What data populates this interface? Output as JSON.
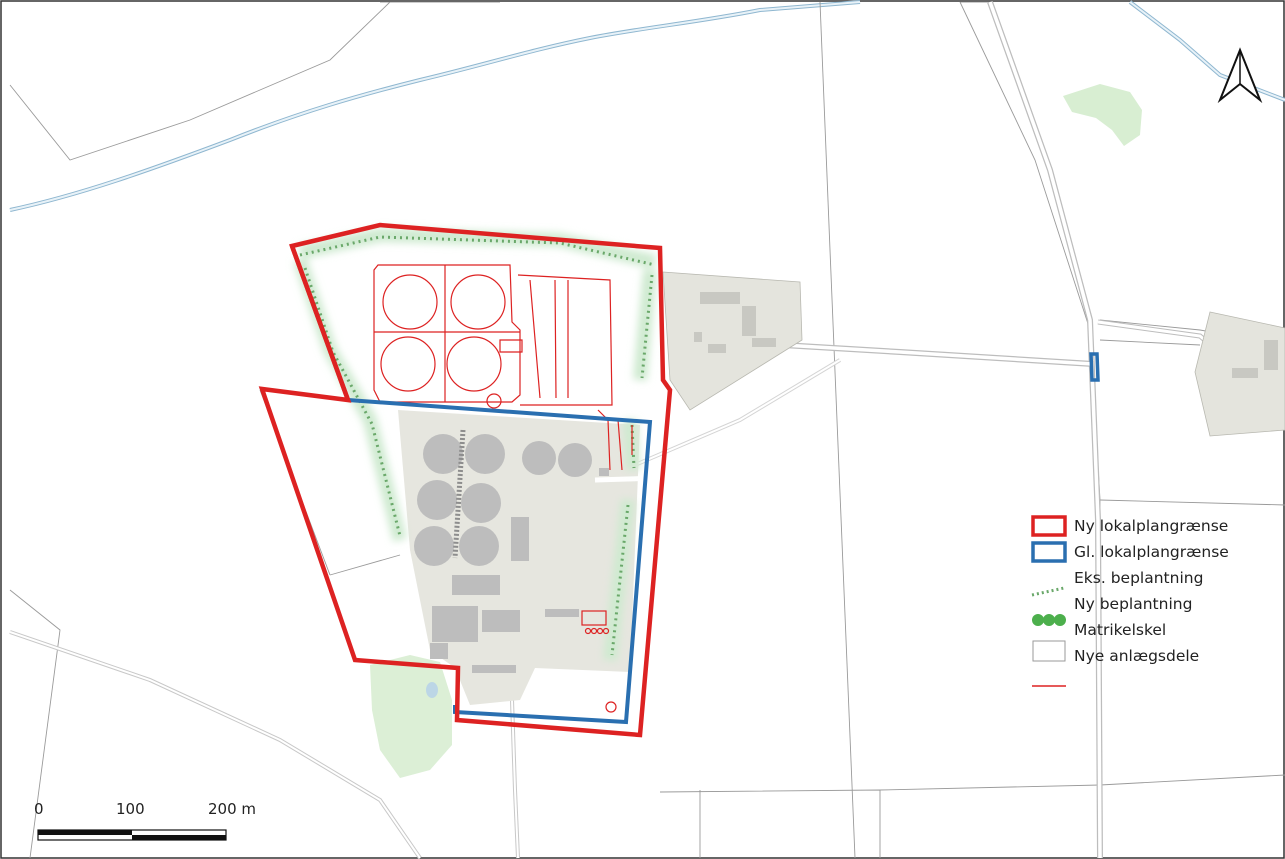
{
  "legend": {
    "items": [
      {
        "label": "Ny lokalplangrænse",
        "kind": "new-boundary",
        "color": "#dd2222"
      },
      {
        "label": "Gl. lokalplangrænse",
        "kind": "old-boundary",
        "color": "#2a6fb0"
      },
      {
        "label": "Eks. beplantning",
        "kind": "existing-planting",
        "color": "#6aa86a"
      },
      {
        "label": "Ny beplantning",
        "kind": "new-planting",
        "color": "#4caf4c"
      },
      {
        "label": "Matrikelskel",
        "kind": "cadastral",
        "color": "#888888"
      },
      {
        "label": "Nye anlægsdele",
        "kind": "new-facility",
        "color": "#dd2222"
      }
    ]
  },
  "scale_bar": {
    "labels": [
      "0",
      "100",
      "200 m"
    ]
  },
  "north_arrow": {
    "icon": "north-arrow-icon"
  },
  "colors": {
    "background": "#ffffff",
    "building": "#dcdcd4",
    "facility_area": "#e6e6df",
    "tank": "#bdbdbd",
    "green_area": "#d6ecd0",
    "stream": "#bcd6e6",
    "road": "#d0d0d0",
    "new_boundary": "#dd2222",
    "old_boundary": "#2a6fb0"
  }
}
